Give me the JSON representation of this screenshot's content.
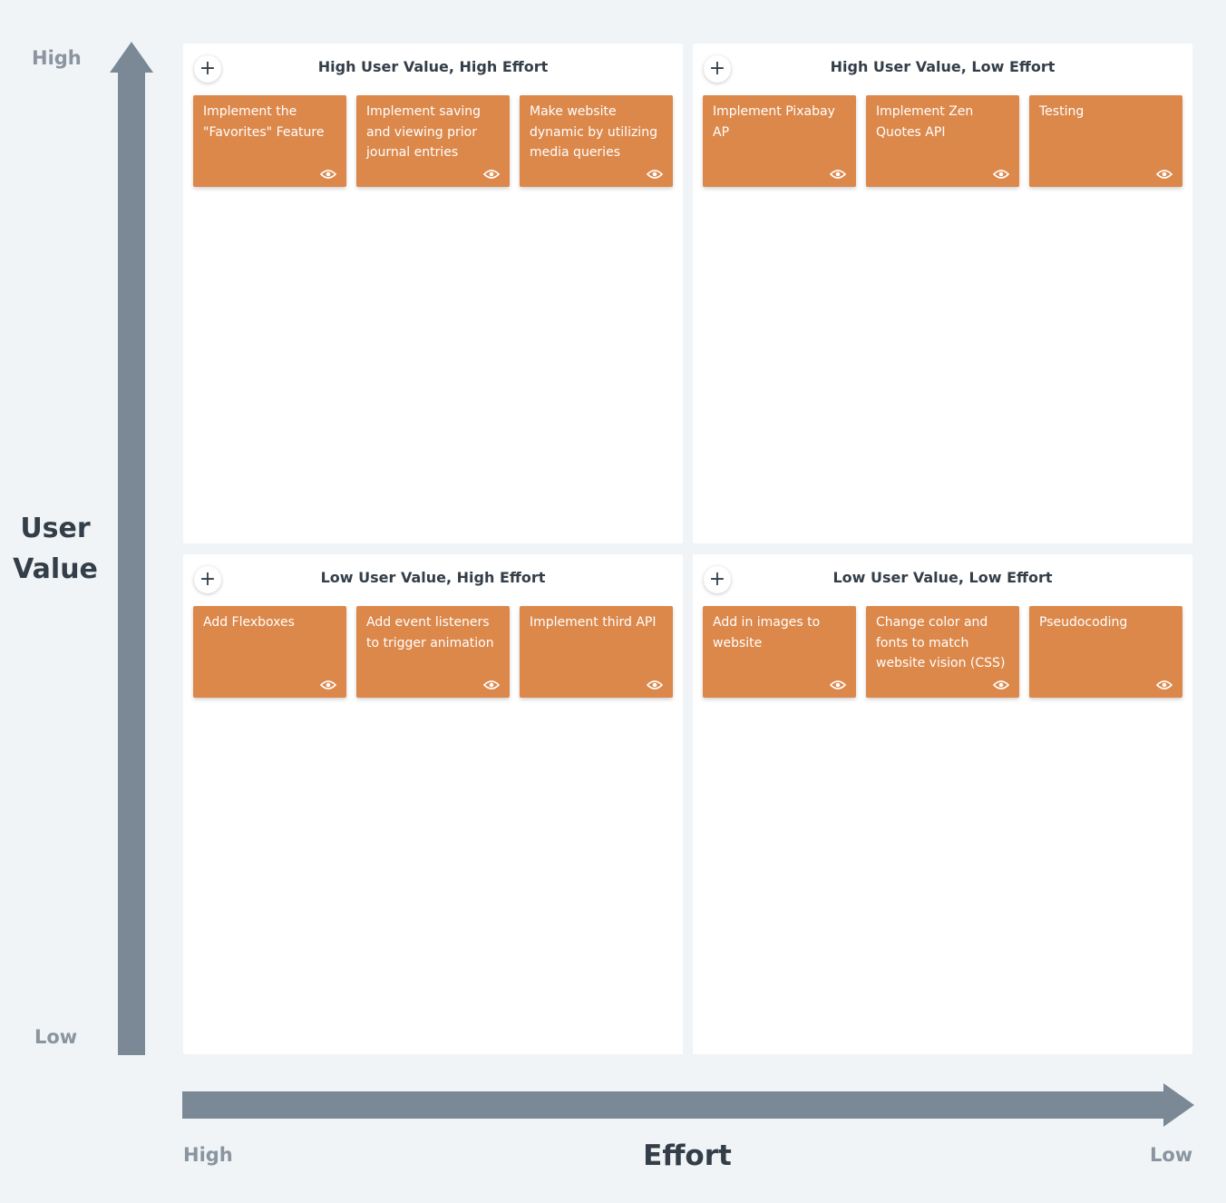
{
  "y_axis": {
    "title_line1": "User",
    "title_line2": "Value",
    "high_label": "High",
    "low_label": "Low"
  },
  "x_axis": {
    "title": "Effort",
    "high_label": "High",
    "low_label": "Low"
  },
  "colors": {
    "background": "#f0f4f7",
    "arrow": "#7b8996",
    "card": "#dc884b",
    "quadrant": "#ffffff",
    "title_text": "#333e48"
  },
  "quadrants": [
    {
      "title": "High User Value, High Effort",
      "add_icon": "+",
      "cards": [
        {
          "text": "Implement the \"Favorites\" Feature",
          "icon": "eye-icon"
        },
        {
          "text": "Implement saving and viewing prior journal entries",
          "icon": "eye-icon"
        },
        {
          "text": "Make website dynamic by utilizing media queries",
          "icon": "eye-icon"
        }
      ]
    },
    {
      "title": "High User Value, Low Effort",
      "add_icon": "+",
      "cards": [
        {
          "text": "Implement Pixabay AP",
          "icon": "eye-icon"
        },
        {
          "text": "Implement Zen Quotes API",
          "icon": "eye-icon"
        },
        {
          "text": "Testing",
          "icon": "eye-icon"
        }
      ]
    },
    {
      "title": "Low User Value, High Effort",
      "add_icon": "+",
      "cards": [
        {
          "text": "Add Flexboxes",
          "icon": "eye-icon"
        },
        {
          "text": "Add event listeners to trigger animation",
          "icon": "eye-icon"
        },
        {
          "text": "Implement third API",
          "icon": "eye-icon"
        }
      ]
    },
    {
      "title": "Low User Value, Low Effort",
      "add_icon": "+",
      "cards": [
        {
          "text": "Add in images to website",
          "icon": "eye-icon"
        },
        {
          "text": "Change color and fonts to match website vision (CSS)",
          "icon": "eye-icon"
        },
        {
          "text": "Pseudocoding",
          "icon": "eye-icon"
        }
      ]
    }
  ]
}
